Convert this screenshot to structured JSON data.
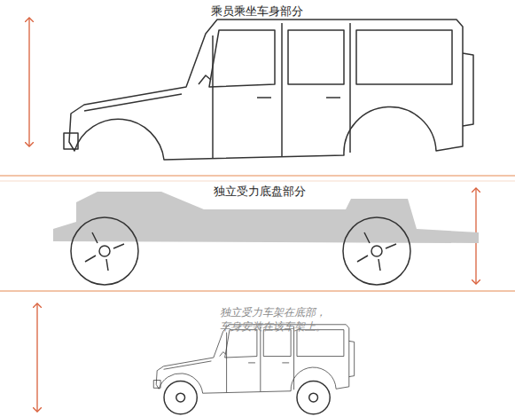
{
  "diagram": {
    "labels": [
      "乘员乘坐车身部分",
      "独立受力底盘部分",
      "独立受力车架在底部， 车身安装在该车架上。"
    ]
  }
}
